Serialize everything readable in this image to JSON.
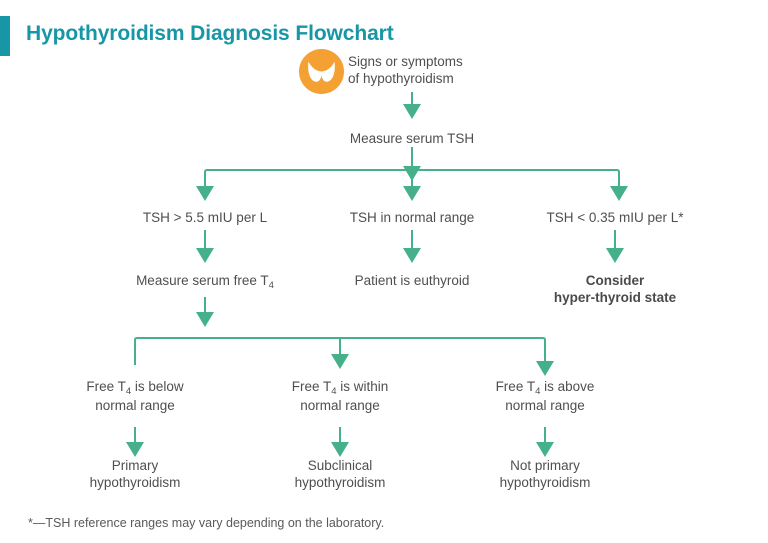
{
  "header": {
    "title": "Hypothyroidism Diagnosis Flowchart",
    "accent_color": "#1796a6"
  },
  "theme": {
    "connector_color": "#45b08a",
    "icon_color": "#f5a032",
    "text_color": "#4f4f4f",
    "background": "#ffffff"
  },
  "icons": {
    "thyroid": "thyroid-gland-icon"
  },
  "flowchart": {
    "nodes": [
      {
        "id": "start",
        "label": "Signs or symptoms\nof hypothyroidism",
        "line1": "Signs or symptoms",
        "line2": "of hypothyroidism"
      },
      {
        "id": "measure_tsh",
        "label": "Measure serum TSH",
        "line1": "Measure serum TSH",
        "line2": ""
      },
      {
        "id": "tsh_high",
        "label": "TSH > 5.5 mIU per L",
        "line1": "TSH > 5.5 mIU per L",
        "line2": ""
      },
      {
        "id": "tsh_normal",
        "label": "TSH in normal range",
        "line1": "TSH in normal range",
        "line2": ""
      },
      {
        "id": "tsh_low",
        "label": "TSH < 0.35 mIU per L*",
        "line1": "TSH < 0.35 mIU per L*",
        "line2": ""
      },
      {
        "id": "measure_ft4",
        "label": "Measure serum free T4",
        "line1": "Measure serum free T",
        "sub": "4",
        "line2": ""
      },
      {
        "id": "euthyroid",
        "label": "Patient is euthyroid",
        "line1": "Patient is euthyroid",
        "line2": ""
      },
      {
        "id": "hyper",
        "label": "Consider\nhyper-thyroid state",
        "line1": "Consider",
        "line2": "hyper-thyroid state"
      },
      {
        "id": "ft4_below",
        "label": "Free T4 is below\nnormal range",
        "line1": "Free T",
        "sub": "4",
        "line1b": " is below",
        "line2": "normal range"
      },
      {
        "id": "ft4_within",
        "label": "Free T4 is within\nnormal range",
        "line1": "Free T",
        "sub": "4",
        "line1b": " is within",
        "line2": "normal range"
      },
      {
        "id": "ft4_above",
        "label": "Free T4 is above\nnormal range",
        "line1": "Free T",
        "sub": "4",
        "line1b": " is above",
        "line2": "normal range"
      },
      {
        "id": "primary",
        "label": "Primary\nhypothyroidism",
        "line1": "Primary",
        "line2": "hypothyroidism"
      },
      {
        "id": "subclinical",
        "label": "Subclinical\nhypothyroidism",
        "line1": "Subclinical",
        "line2": "hypothyroidism"
      },
      {
        "id": "not_primary",
        "label": "Not primary\nhypothyroidism",
        "line1": "Not primary",
        "line2": "hypothyroidism"
      }
    ]
  },
  "footnote": {
    "text": "*—TSH reference ranges may vary depending on the laboratory."
  }
}
